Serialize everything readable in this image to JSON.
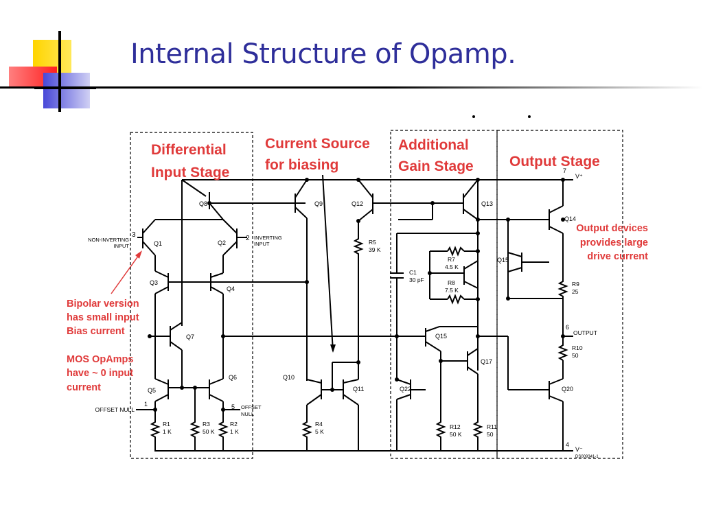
{
  "slide": {
    "title": "Internal Structure of Opamp."
  },
  "colors": {
    "title": "#2e2e9a",
    "annotation": "#e03a3a",
    "wire": "#000000",
    "rule": "#000000"
  },
  "logo": {
    "icon": "colored-blocks-logo-icon"
  },
  "stages": {
    "differential_line1": "Differential",
    "differential_line2": "Input Stage",
    "current_source_line1": "Current Source",
    "current_source_line2": "for biasing",
    "additional_line1": "Additional",
    "additional_line2": "Gain Stage",
    "output": "Output Stage"
  },
  "notes": {
    "bipolar_line1": "Bipolar version",
    "bipolar_line2": "has small input",
    "bipolar_line3": "Bias current",
    "mos_line1": "MOS OpAmps",
    "mos_line2": "have ~ 0 input",
    "mos_line3": "current",
    "output_devices_line1": "Output devices",
    "output_devices_line2": "provides large",
    "output_devices_line3": "drive current"
  },
  "pins": {
    "p3": "3",
    "noninv1": "NON-INVERTING",
    "noninv2": "INPUT",
    "p2": "2",
    "inv1": "INVERTING",
    "inv2": "INPUT",
    "p1": "1",
    "offset_null": "OFFSET NULL",
    "p5": "5",
    "offset": "OFFSET",
    "null": "NULL",
    "p7": "7",
    "vplus": "V⁺",
    "p6": "6",
    "output": "OUTPUT",
    "p4": "4",
    "vminus": "V⁻",
    "code": "DS009341-1"
  },
  "transistors": {
    "q1": "Q1",
    "q2": "Q2",
    "q3": "Q3",
    "q4": "Q4",
    "q5": "Q5",
    "q6": "Q6",
    "q7": "Q7",
    "q8": "Q8",
    "q9": "Q9",
    "q10": "Q10",
    "q11": "Q11",
    "q12": "Q12",
    "q13": "Q13",
    "q14": "Q14",
    "q15a": "Q15",
    "q15b": "Q15",
    "q17": "Q17",
    "q20": "Q20",
    "q22": "Q22"
  },
  "components": {
    "r1": "R1",
    "r1v": "1 K",
    "r3": "R3",
    "r3v": "50 K",
    "r2": "R2",
    "r2v": "1 K",
    "r4": "R4",
    "r4v": "5 K",
    "r5": "R5",
    "r5v": "39 K",
    "c1": "C1",
    "c1v": "30 pF",
    "r7": "R7",
    "r7v": "4.5 K",
    "r8": "R8",
    "r8v": "7.5 K",
    "r9": "R9",
    "r9v": "25",
    "r10": "R10",
    "r10v": "50",
    "r12": "R12",
    "r12v": "50 K",
    "r11": "R11",
    "r11v": "50"
  }
}
